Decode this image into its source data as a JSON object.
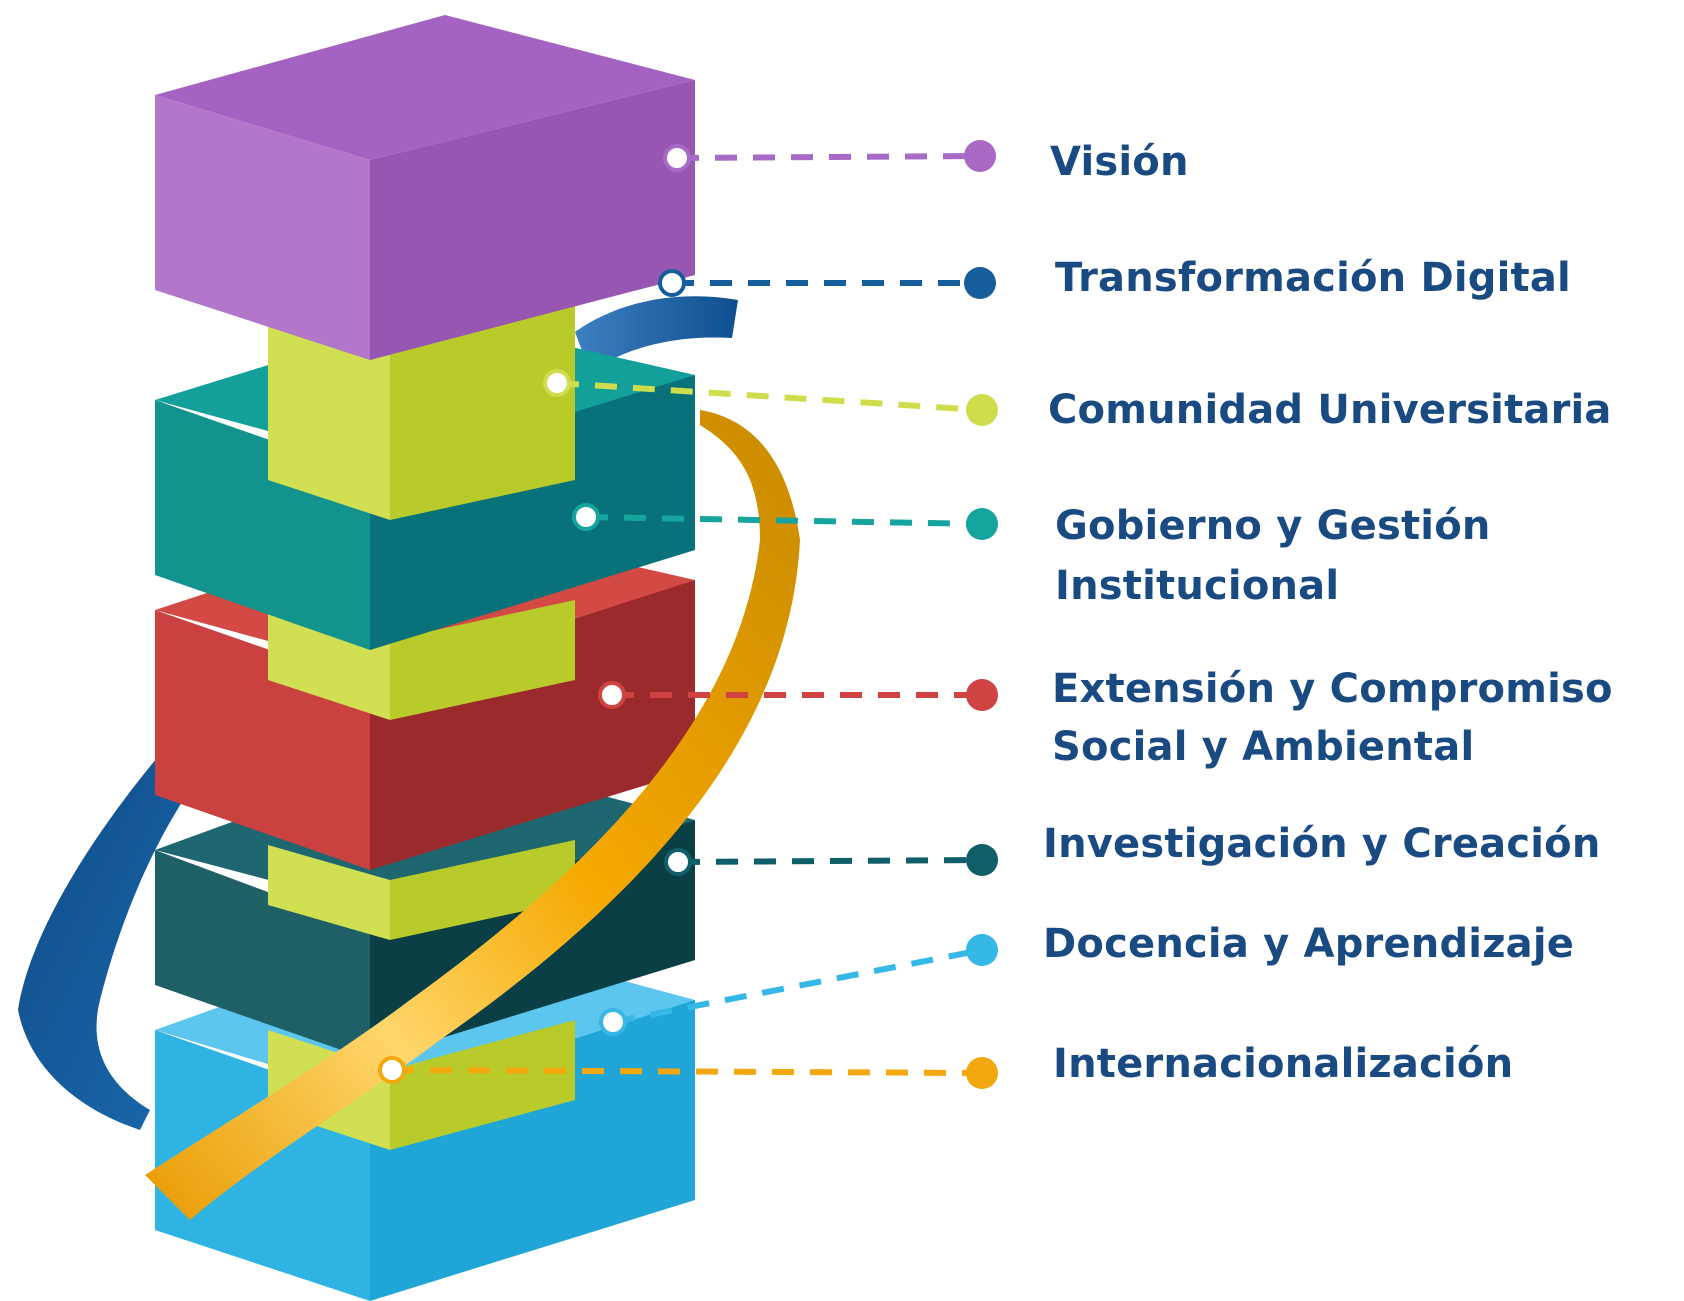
{
  "diagram": {
    "items": [
      {
        "label": "Visión",
        "color": "#a86ac5"
      },
      {
        "label": "Transformación Digital",
        "color": "#155d9b"
      },
      {
        "label": "Comunidad Universitaria",
        "color": "#cfdc4c"
      },
      {
        "label": "Gobierno y Gestión",
        "label_line2": "Institucional",
        "color": "#16a59e"
      },
      {
        "label": "Extensión y Compromiso",
        "label_line2": "Social y Ambiental",
        "color": "#cf4442"
      },
      {
        "label": "Investigación y Creación",
        "color": "#0e5f6a"
      },
      {
        "label": "Docencia y Aprendizaje",
        "color": "#35b8e6"
      },
      {
        "label": "Internacionalización",
        "color": "#f2a80e"
      }
    ],
    "text_color": "#1a4a82"
  }
}
